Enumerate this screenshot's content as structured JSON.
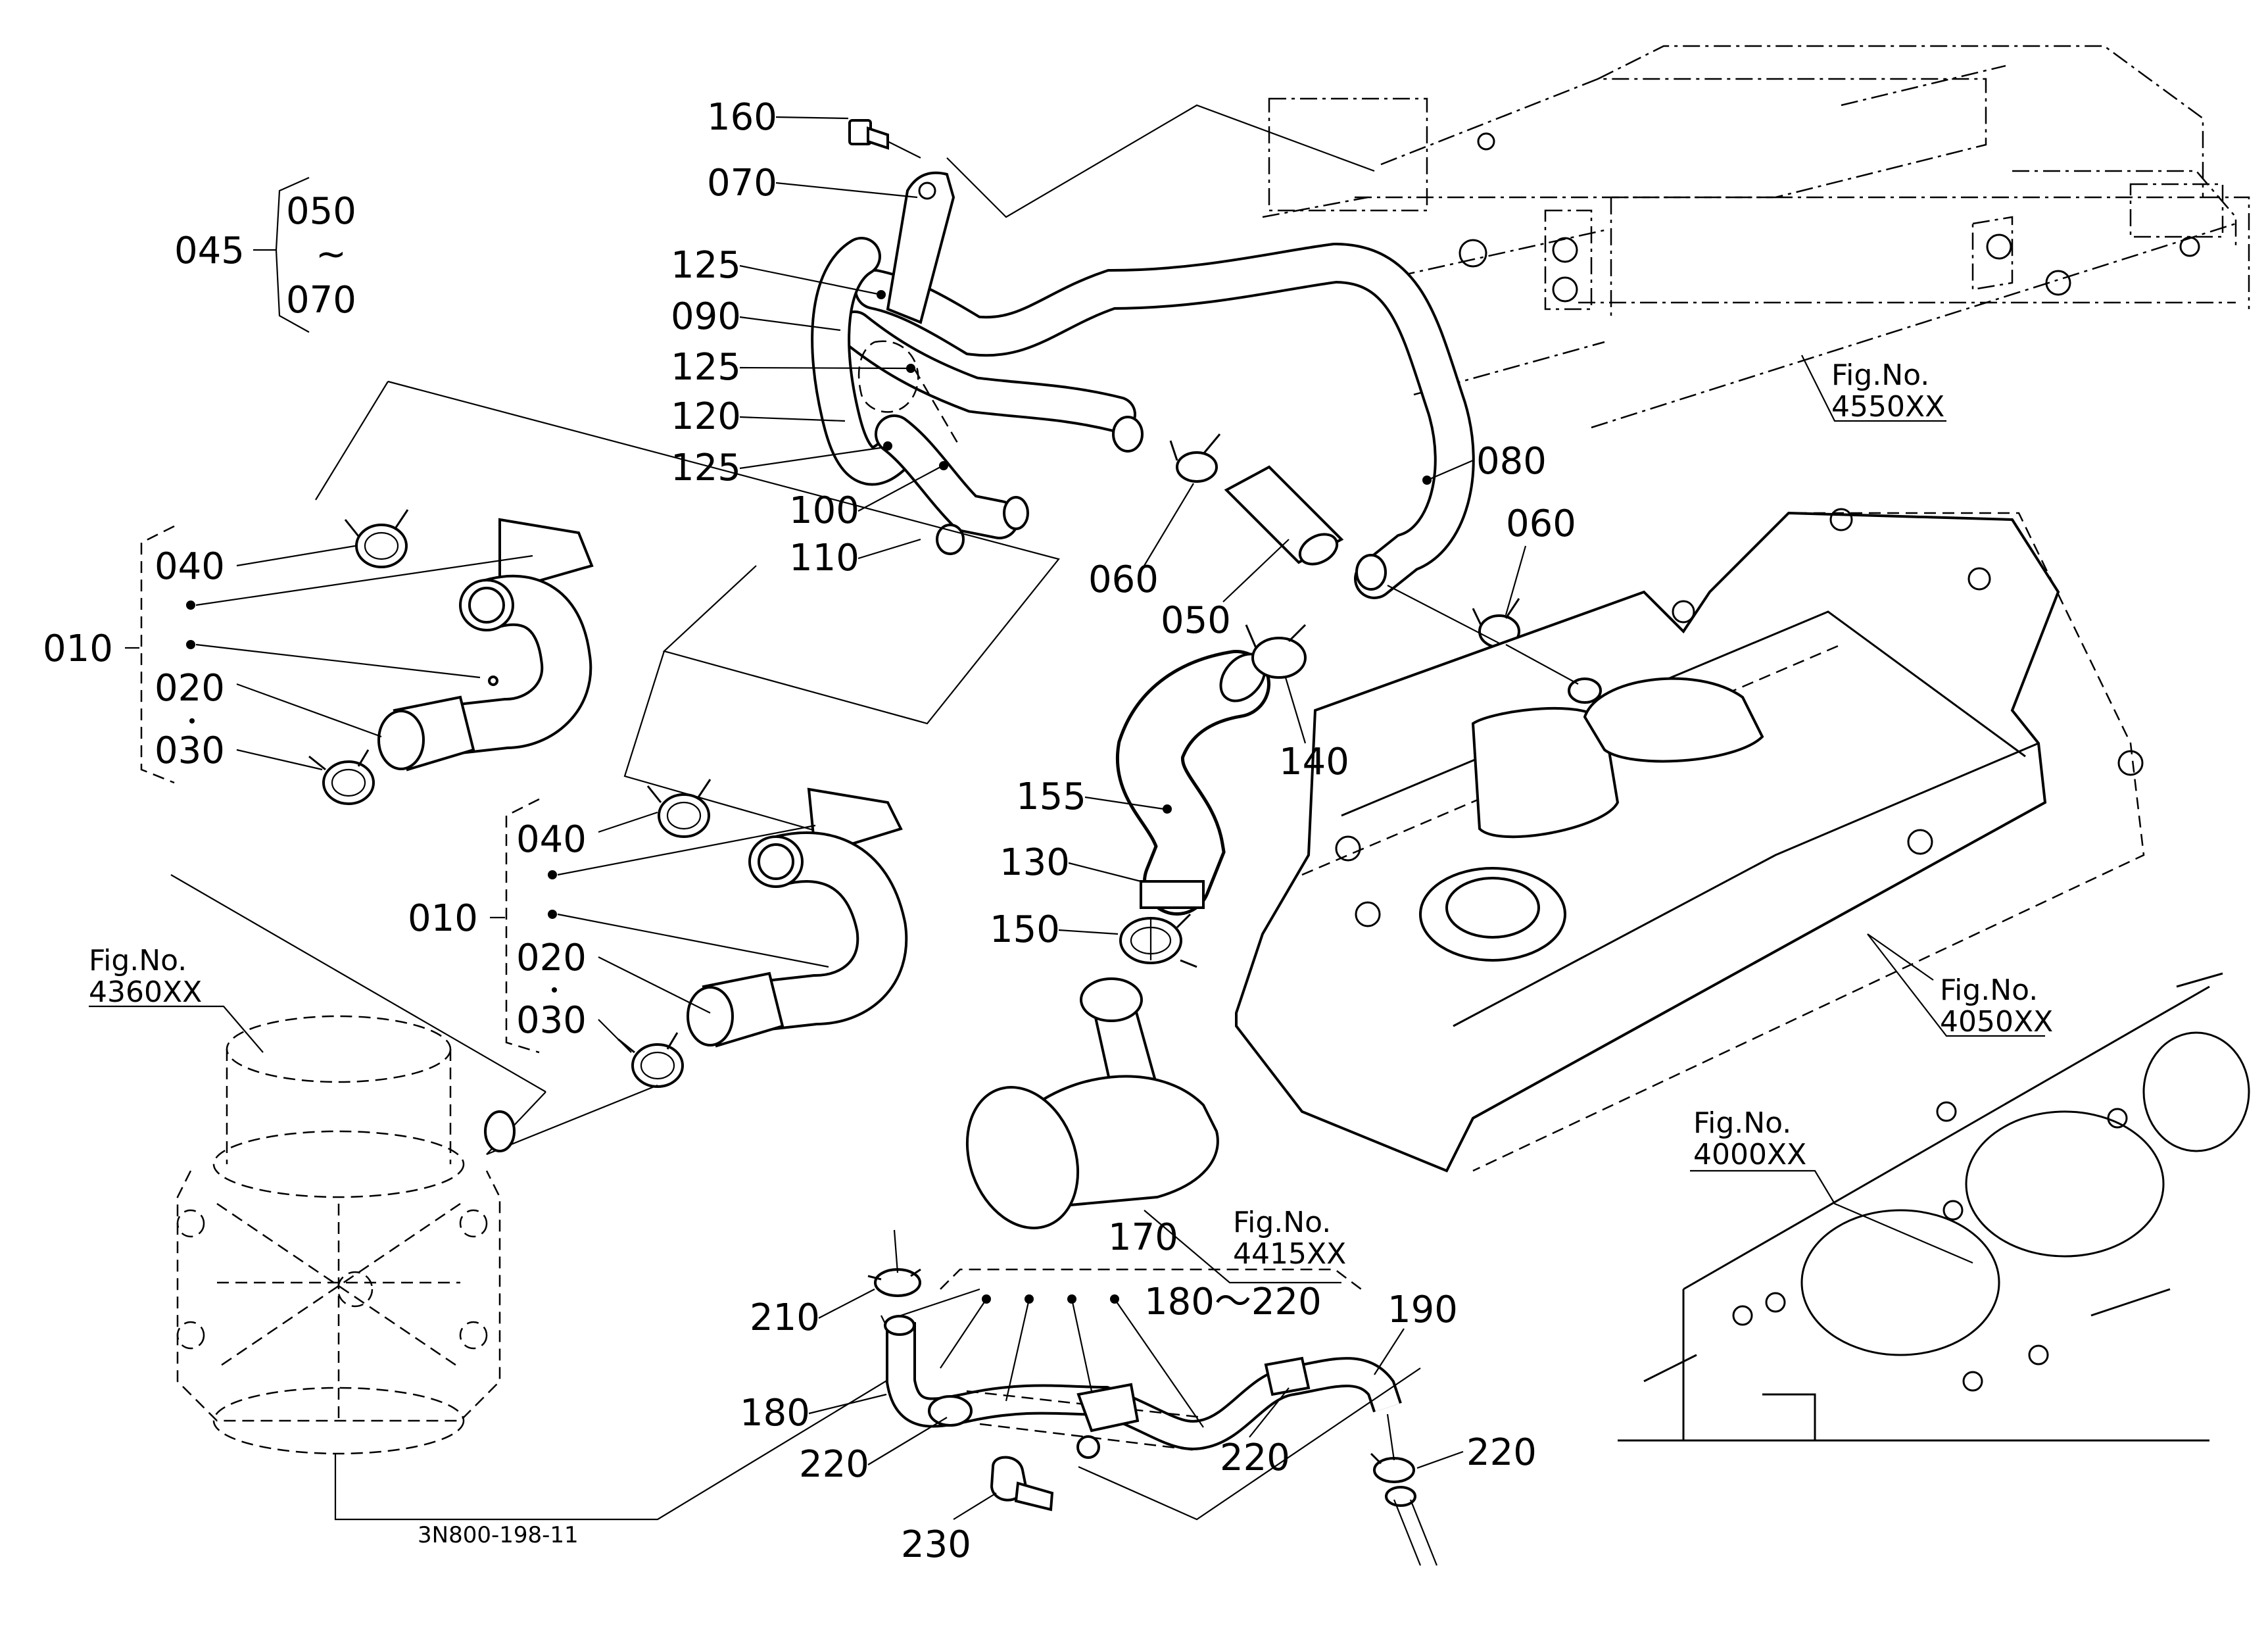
{
  "diagram_code": "3N800-198-11",
  "group_045": {
    "number": "045",
    "top": "050",
    "tilde": "~",
    "bottom": "070"
  },
  "group_010a": {
    "group": "010",
    "items": [
      "040",
      "020",
      "030"
    ]
  },
  "group_010b": {
    "group": "010",
    "items": [
      "040",
      "020",
      "030"
    ]
  },
  "callouts": {
    "c160": "160",
    "c070": "070",
    "c125a": "125",
    "c090": "090",
    "c125b": "125",
    "c120": "120",
    "c125c": "125",
    "c100": "100",
    "c110": "110",
    "c060a": "060",
    "c050": "050",
    "c080": "080",
    "c060b": "060",
    "c140": "140",
    "c155": "155",
    "c130": "130",
    "c150": "150",
    "c170": "170",
    "c180range": "180～220",
    "c190": "190",
    "c210": "210",
    "c180": "180",
    "c220a": "220",
    "c220b": "220",
    "c220c": "220",
    "c230": "230"
  },
  "figure_refs": [
    {
      "label": "Fig.No.",
      "number": "4550XX"
    },
    {
      "label": "Fig.No.",
      "number": "4360XX"
    },
    {
      "label": "Fig.No.",
      "number": "4050XX"
    },
    {
      "label": "Fig.No.",
      "number": "4000XX"
    },
    {
      "label": "Fig.No.",
      "number": "4415XX"
    }
  ]
}
